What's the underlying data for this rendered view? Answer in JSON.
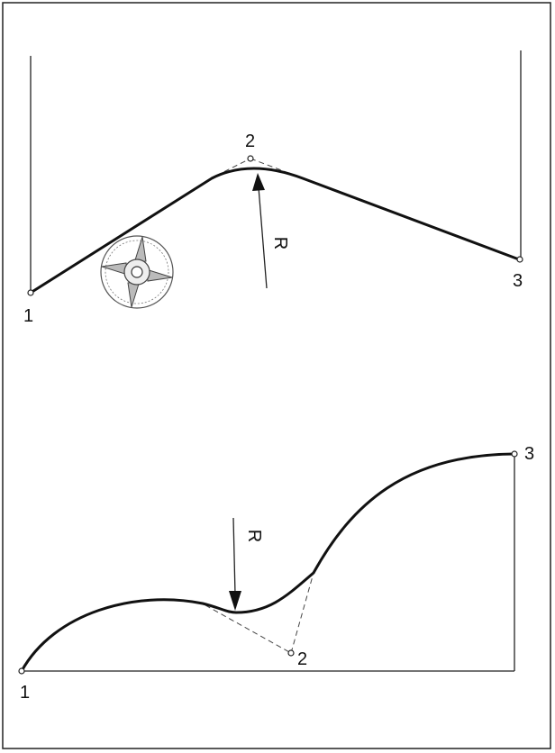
{
  "top_diagram": {
    "point_labels": [
      "1",
      "2",
      "3"
    ],
    "radius_label": "R"
  },
  "bottom_diagram": {
    "point_labels": [
      "1",
      "2",
      "3"
    ],
    "radius_label": "R"
  }
}
